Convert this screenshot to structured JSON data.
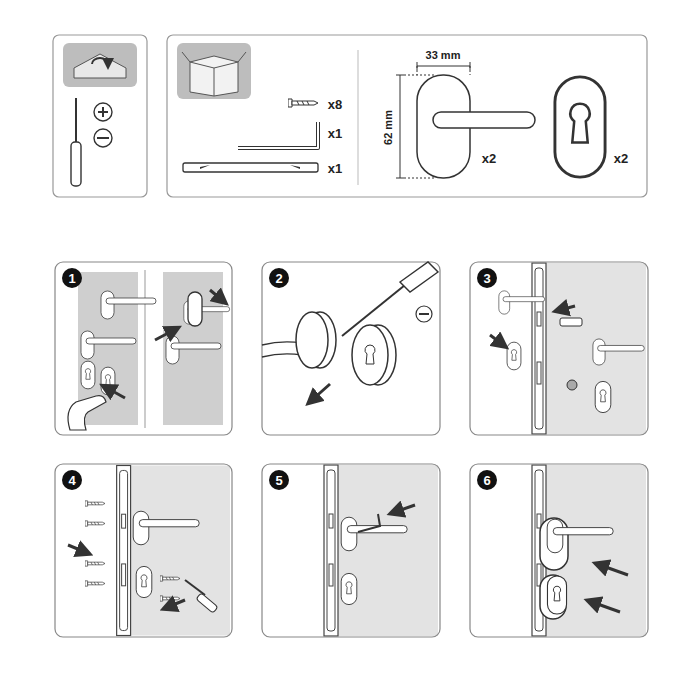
{
  "diagram": {
    "labels": [
      "33 mm",
      "62 mm",
      "x8",
      "x1",
      "x1",
      "x2",
      "x2",
      "1",
      "2",
      "3",
      "4",
      "5",
      "6"
    ]
  }
}
